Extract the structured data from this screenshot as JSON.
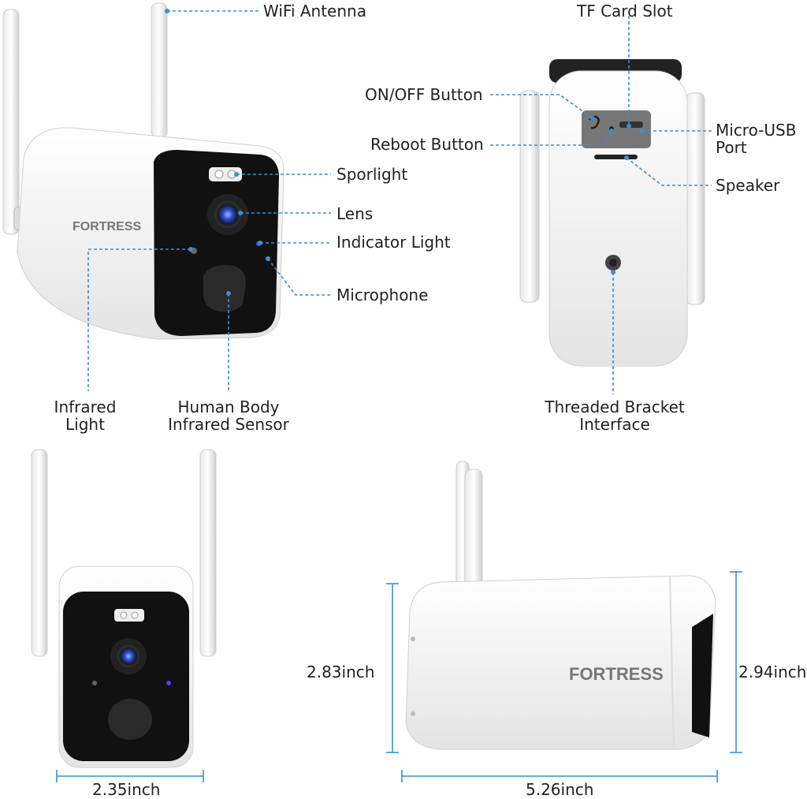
{
  "brand": "FORTRESS",
  "colors": {
    "leader": "#3a8fd0",
    "body_white": "#f4f4f4",
    "lens_blue": "#2b4fd8",
    "face_black": "#111111"
  },
  "labels": {
    "wifi_antenna": "WiFi Antenna",
    "sporlight": "Sporlight",
    "lens": "Lens",
    "indicator_light": "Indicator Light",
    "microphone": "Microphone",
    "infrared_light_1": "Infrared",
    "infrared_light_2": "Light",
    "human_body_1": "Human Body",
    "human_body_2": "Infrared Sensor",
    "tf_card_slot": "TF Card Slot",
    "on_off_button": "ON/OFF Button",
    "reboot_button": "Reboot Button",
    "micro_usb_1": "Micro-USB",
    "micro_usb_2": "Port",
    "speaker": "Speaker",
    "threaded_1": "Threaded Bracket",
    "threaded_2": "Interface"
  },
  "dimensions": {
    "width_front": "2.35inch",
    "height_side_left": "2.83inch",
    "height_side_right": "2.94inch",
    "length_side": "5.26inch"
  }
}
